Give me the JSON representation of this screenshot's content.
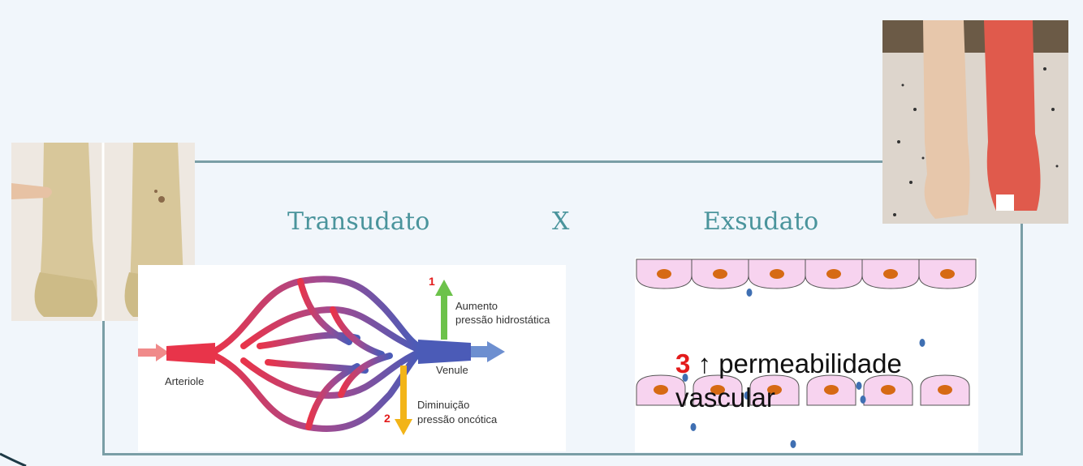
{
  "slide": {
    "title_left": "Transudato",
    "separator": "X",
    "title_right": "Exsudato"
  },
  "transudate_diagram": {
    "arteriole_label": "Arteriole",
    "venule_label": "Venule",
    "marker_1": "1",
    "marker_2": "2",
    "label_1_line1": "Aumento",
    "label_1_line2": "pressão hidrostática",
    "label_2_line1": "Diminuição",
    "label_2_line2": "pressão oncótica",
    "arrow_up_color": "#6cc24a",
    "arrow_down_color": "#f2b418"
  },
  "exudate_diagram": {
    "marker_3": "3",
    "arrow_symbol": "↑",
    "text_line1": "permeabilidade",
    "text_line2": "vascular",
    "cell_fill": "#f7d3ef",
    "nucleus_color": "#d66a14",
    "protein_color": "#3f6fb2"
  },
  "colors": {
    "frame": "#7a9ea6",
    "heading": "#4a949c",
    "accent_red": "#e31b1b"
  }
}
